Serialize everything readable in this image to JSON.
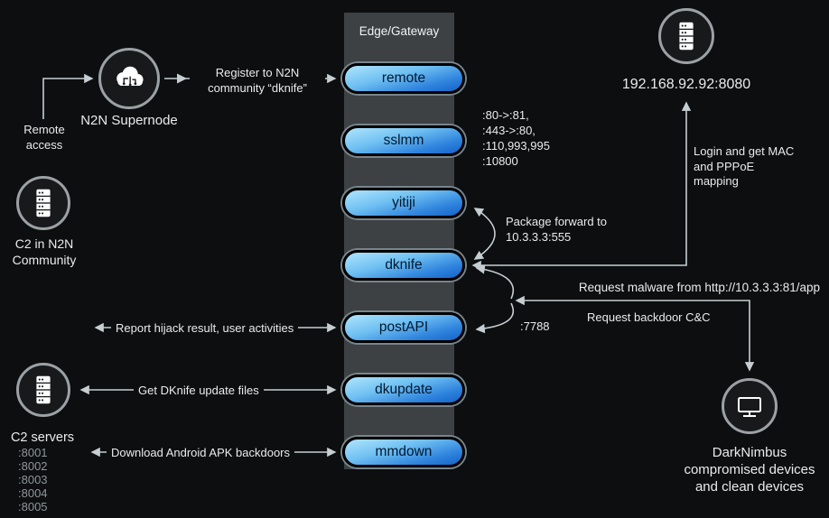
{
  "colors": {
    "background": "#0c0e0f",
    "column_gray": "#3d4144",
    "pill_blue_top": "#b0e5fd",
    "pill_blue_bottom": "#1563c8",
    "arrow_gray": "#c6ced2",
    "text_muted": "#8f979a"
  },
  "icons": {
    "supernode": "cloud-icon",
    "c2_n2n": "server-icon",
    "c2_servers": "server-icon",
    "remote_server": "server-icon",
    "darknimbus": "monitor-icon"
  },
  "gateway": {
    "header": "Edge/Gateway",
    "modules": [
      "remote",
      "sslmm",
      "yitiji",
      "dknife",
      "postAPI",
      "dkupdate",
      "mmdown"
    ]
  },
  "left": {
    "remote_access_label": "Remote access",
    "supernode_label": "N2N Supernode",
    "register_label": "Register to N2N community “dknife”",
    "c2_n2n_label": "C2 in N2N Community",
    "report_label": "Report hijack result, user activities",
    "update_label": "Get DKnife update files",
    "download_label": "Download Android APK backdoors",
    "c2_servers_label": "C2 servers",
    "c2_ports": [
      ":8001",
      ":8002",
      ":8003",
      ":8004",
      ":8005"
    ]
  },
  "right": {
    "server_ip": "192.168.92.92:8080",
    "sslmm_ports": [
      ":80->:81,",
      ":443->:80,",
      ":110,993,995",
      ":10800"
    ],
    "login_label": "Login and get MAC and PPPoE mapping",
    "package_forward_label": "Package forward to 10.3.3.3:555",
    "request_malware_label": "Request malware from http://10.3.3.3:81/app",
    "request_backdoor_label": "Request backdoor C&C",
    "postapi_port": ":7788",
    "darknimbus_label": "DarkNimbus compromised devices and clean devices"
  }
}
